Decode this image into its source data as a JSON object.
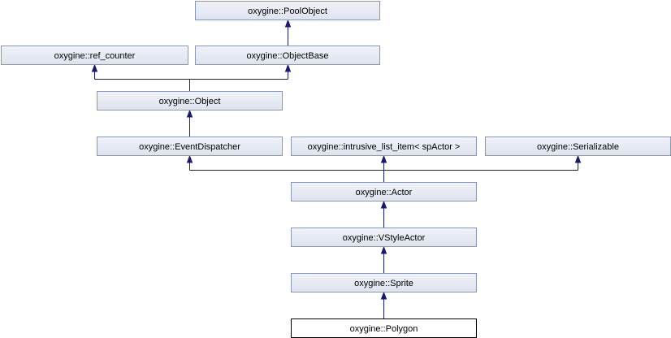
{
  "colors": {
    "node_fill_top": "#f0f2f8",
    "node_fill_bottom": "#dde3ef",
    "node_border": "#8a97b8",
    "highlight_fill": "#ffffff",
    "highlight_border": "#000000",
    "edge": "#191970"
  },
  "diagram": {
    "nodes": [
      {
        "id": "poolobject",
        "label": "oxygine::PoolObject"
      },
      {
        "id": "ref_counter",
        "label": "oxygine::ref_counter"
      },
      {
        "id": "objectbase",
        "label": "oxygine::ObjectBase"
      },
      {
        "id": "object",
        "label": "oxygine::Object"
      },
      {
        "id": "eventdispatcher",
        "label": "oxygine::EventDispatcher"
      },
      {
        "id": "intrusive",
        "label": "oxygine::intrusive_list_item< spActor >"
      },
      {
        "id": "serializable",
        "label": "oxygine::Serializable"
      },
      {
        "id": "actor",
        "label": "oxygine::Actor"
      },
      {
        "id": "vstyleactor",
        "label": "oxygine::VStyleActor"
      },
      {
        "id": "sprite",
        "label": "oxygine::Sprite"
      },
      {
        "id": "polygon",
        "label": "oxygine::Polygon",
        "highlight": true
      }
    ],
    "edges": [
      {
        "from": "objectbase",
        "to": "poolobject"
      },
      {
        "from": "object",
        "to": "ref_counter"
      },
      {
        "from": "object",
        "to": "objectbase"
      },
      {
        "from": "eventdispatcher",
        "to": "object"
      },
      {
        "from": "actor",
        "to": "eventdispatcher"
      },
      {
        "from": "actor",
        "to": "intrusive"
      },
      {
        "from": "actor",
        "to": "serializable"
      },
      {
        "from": "vstyleactor",
        "to": "actor"
      },
      {
        "from": "sprite",
        "to": "vstyleactor"
      },
      {
        "from": "polygon",
        "to": "sprite"
      }
    ]
  }
}
